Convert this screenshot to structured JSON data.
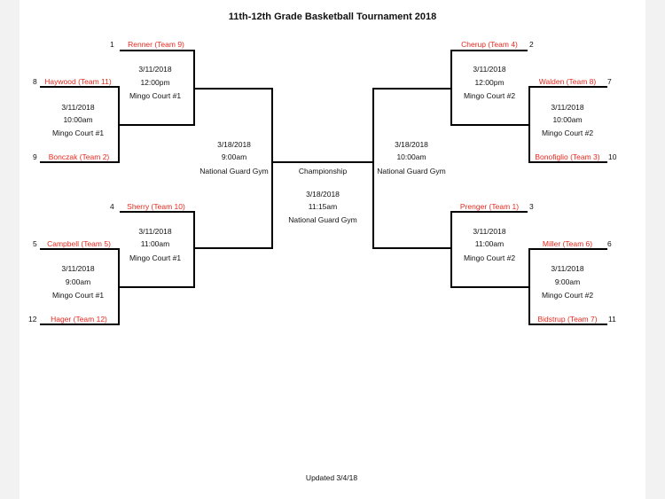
{
  "title": "11th-12th Grade Basketball Tournament 2018",
  "footer": "Updated 3/4/18",
  "seeds": {
    "s1": "1",
    "s8": "8",
    "s9": "9",
    "s4": "4",
    "s5": "5",
    "s12": "12",
    "s2": "2",
    "s7": "7",
    "s10": "10",
    "s3": "3",
    "s6": "6",
    "s11": "11"
  },
  "teams": {
    "renner": "Renner (Team 9)",
    "haywood": "Haywood (Team 11)",
    "bonczak": "Bonczak (Team 2)",
    "sherry": "Sherry (Team 10)",
    "campbell": "Campbell (Team 5)",
    "hager": "Hager (Team 12)",
    "cherup": "Cherup (Team 4)",
    "walden": "Walden (Team 8)",
    "bonofiglio": "Bonofiglio (Team 3)",
    "prenger": "Prenger (Team 1)",
    "miller": "Miller (Team 6)",
    "bidstrup": "Bidstrup (Team 7)"
  },
  "games": {
    "l1_first": {
      "date": "3/11/2018",
      "time": "10:00am",
      "place": "Mingo Court #1"
    },
    "l1_second": {
      "date": "3/11/2018",
      "time": "12:00pm",
      "place": "Mingo Court #1"
    },
    "l2_first": {
      "date": "3/11/2018",
      "time": "9:00am",
      "place": "Mingo Court #1"
    },
    "l2_second": {
      "date": "3/11/2018",
      "time": "11:00am",
      "place": "Mingo Court #1"
    },
    "left_semi": {
      "date": "3/18/2018",
      "time": "9:00am",
      "place": "National Guard Gym"
    },
    "r1_first": {
      "date": "3/11/2018",
      "time": "10:00am",
      "place": "Mingo Court #2"
    },
    "r1_second": {
      "date": "3/11/2018",
      "time": "12:00pm",
      "place": "Mingo Court #2"
    },
    "r2_first": {
      "date": "3/11/2018",
      "time": "9:00am",
      "place": "Mingo Court #2"
    },
    "r2_second": {
      "date": "3/11/2018",
      "time": "11:00am",
      "place": "Mingo Court #2"
    },
    "right_semi": {
      "date": "3/18/2018",
      "time": "10:00am",
      "place": "National Guard Gym"
    },
    "championship": {
      "label": "Championship",
      "date": "3/18/2018",
      "time": "11:15am",
      "place": "National Guard Gym"
    }
  }
}
